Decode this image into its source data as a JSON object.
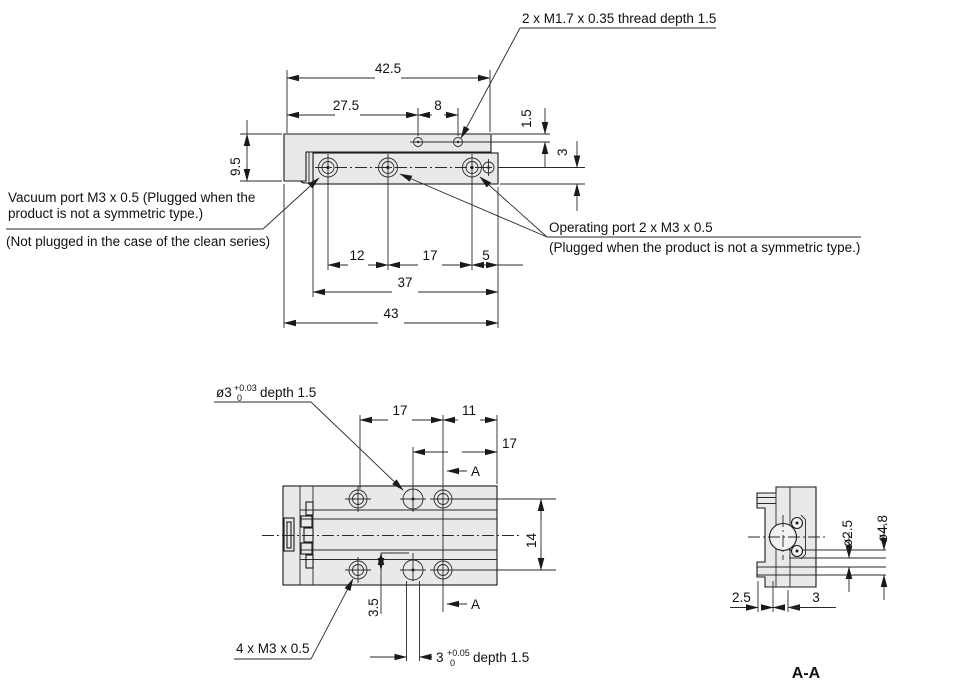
{
  "top": {
    "dims": {
      "overall": "42.5",
      "left_to_thread": "27.5",
      "thread_pitch": "8",
      "thread_offset": "1.5",
      "port_offset": "3",
      "body_height": "9.5",
      "port_span_a": "12",
      "port_span_b": "17",
      "port_to_edge": "5",
      "rail_len": "37",
      "total_len": "43"
    },
    "labels": {
      "thread_note": "2 x M1.7 x 0.35 thread depth 1.5",
      "vacuum_line1": "Vacuum port M3 x 0.5 (Plugged when the",
      "vacuum_line2": "product is not a symmetric type.)",
      "vacuum_note": "(Not plugged in the case of the clean series)",
      "operating_port": "Operating port 2 x M3 x 0.5",
      "operating_note": "(Plugged when the product is not a symmetric type.)"
    }
  },
  "plan": {
    "dims": {
      "span_a": "17",
      "span_b": "11",
      "span_c": "17",
      "row_gap": "14",
      "hole_offset": "3.5",
      "section_marker_top": "A",
      "section_marker_bottom": "A"
    },
    "labels": {
      "hole_base": "ø3",
      "hole_sup": "+0.03",
      "hole_sub": "0",
      "hole_rest": "depth 1.5",
      "thread_m3": "4 x M3 x 0.5",
      "slot_base": "3",
      "slot_sup": "+0.05",
      "slot_sub": "0",
      "slot_rest": "depth 1.5"
    }
  },
  "section": {
    "dims": {
      "rod_dia": "ø2.5",
      "bore_dia": "ø4.8",
      "boss_width": "2.5",
      "step_width": "3"
    },
    "title": "A-A"
  }
}
